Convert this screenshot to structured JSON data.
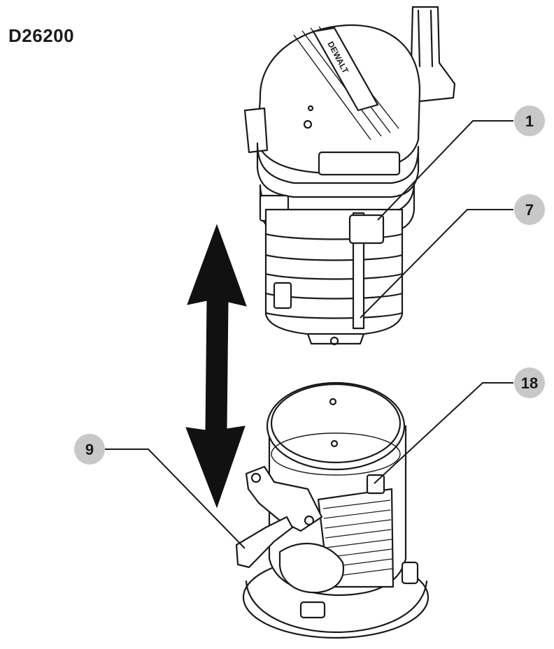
{
  "model": "D26200",
  "brand_mark": "DEWALT",
  "callouts": [
    {
      "id": "1",
      "label": "1"
    },
    {
      "id": "7",
      "label": "7"
    },
    {
      "id": "18",
      "label": "18"
    },
    {
      "id": "9",
      "label": "9"
    }
  ],
  "colors": {
    "line": "#1a1a1a",
    "callout_fill": "#c8c8c8",
    "arrow": "#111111"
  },
  "icons": [
    "double-headed-arrow-icon"
  ]
}
